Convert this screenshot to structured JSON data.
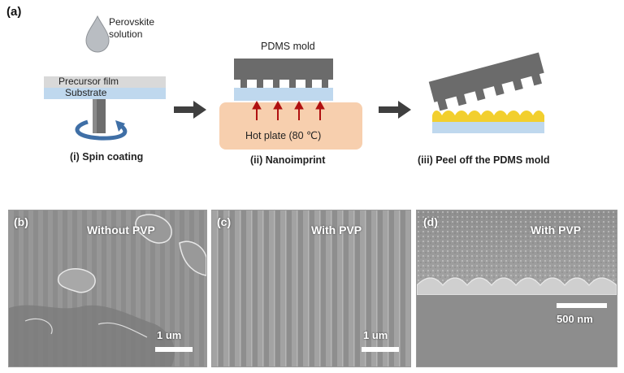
{
  "panel_a": {
    "tag": "(a)",
    "solution_label_line1": "Perovskite",
    "solution_label_line2": "solution",
    "precursor_label": "Precursor film",
    "substrate_label": "Substrate",
    "mold_label": "PDMS mold",
    "hotplate_label": "Hot plate (80 ℃)",
    "steps": [
      {
        "label": "(i) Spin coating"
      },
      {
        "label": "(ii) Nanoimprint"
      },
      {
        "label": "(iii) Peel off the PDMS mold"
      }
    ]
  },
  "panel_b": {
    "tag": "(b)",
    "title": "Without PVP",
    "scale_label": "1 um"
  },
  "panel_c": {
    "tag": "(c)",
    "title": "With PVP",
    "scale_label": "1 um"
  },
  "panel_d": {
    "tag": "(d)",
    "title": "With PVP",
    "scale_label": "500 nm"
  },
  "colors": {
    "substrate": "#bfd8ee",
    "precursor": "#d9d9d9",
    "mold": "#6b6b6b",
    "hotplate": "#f7cfae",
    "hotplate_arrow": "#b01010",
    "perovskite_bumps": "#f2cf2e",
    "process_arrow": "#3f3f3f",
    "droplet": "#b9bdc2"
  }
}
